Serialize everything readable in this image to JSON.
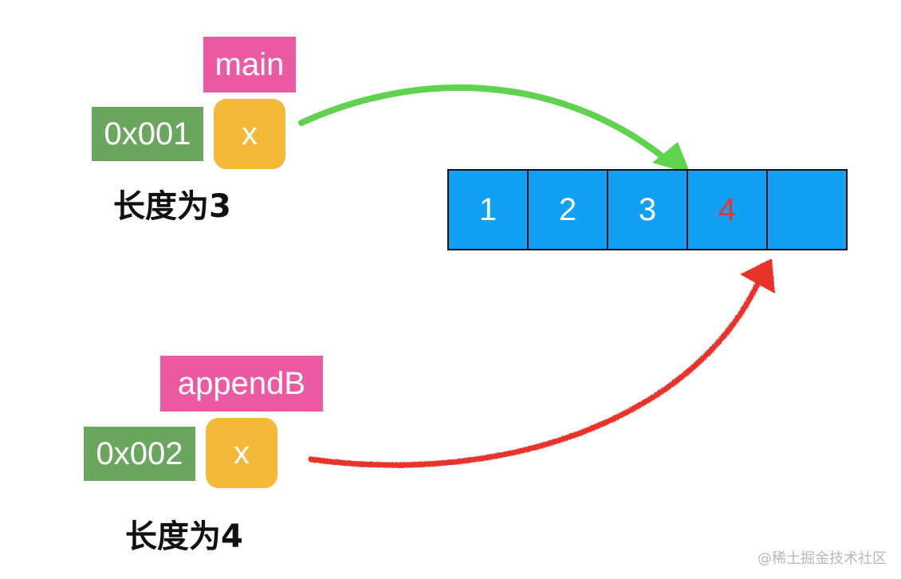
{
  "frame_main": {
    "func": "main",
    "address": "0x001",
    "var": "x",
    "length_label": "长度为3"
  },
  "frame_append": {
    "func": "appendB",
    "address": "0x002",
    "var": "x",
    "length_label": "长度为4"
  },
  "array": {
    "cells": [
      "1",
      "2",
      "3",
      "4",
      ""
    ],
    "cell_colors": [
      "#ffffff",
      "#ffffff",
      "#ffffff",
      "#e5352b",
      "#ffffff"
    ]
  },
  "arrows": {
    "main_arrow_color": "#5fd34e",
    "append_arrow_color": "#e8332a"
  },
  "watermark": "@稀土掘金技术社区"
}
